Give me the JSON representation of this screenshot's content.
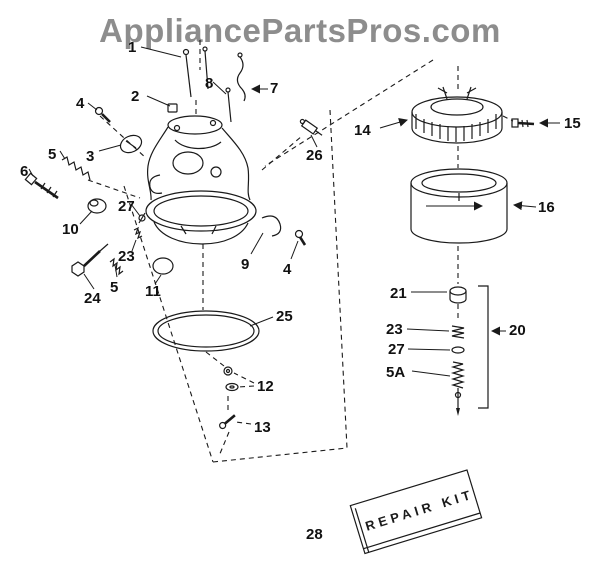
{
  "watermark": "AppliancePartsPros.com",
  "repair_kit_label": "REPAIR KIT",
  "part_labels": [
    "1",
    "2",
    "8",
    "7",
    "4",
    "3",
    "5",
    "6",
    "26",
    "14",
    "15",
    "27",
    "10",
    "23",
    "16",
    "9",
    "4",
    "24",
    "5",
    "11",
    "21",
    "25",
    "23",
    "20",
    "27",
    "5A",
    "12",
    "13",
    "28"
  ]
}
